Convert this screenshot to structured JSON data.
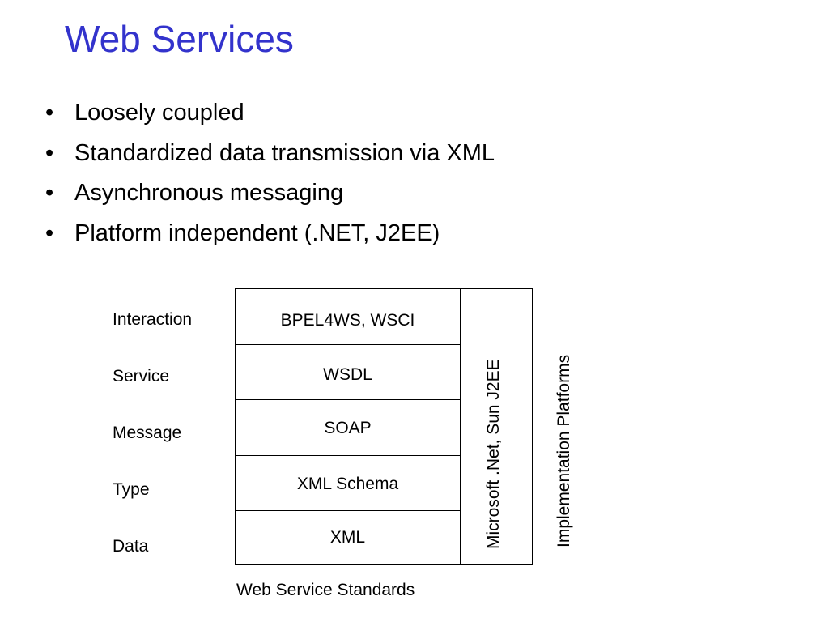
{
  "slide": {
    "title": "Web Services",
    "bullets": [
      "Loosely coupled",
      "Standardized data transmission via XML",
      "Asynchronous messaging",
      "Platform independent (.NET, J2EE)"
    ],
    "bullet_symbol": "•"
  },
  "diagram": {
    "layer_labels": [
      "Interaction",
      "Service",
      "Message",
      "Type",
      "Data"
    ],
    "standards": [
      "BPEL4WS, WSCI",
      "WSDL",
      "SOAP",
      "XML Schema",
      "XML"
    ],
    "platforms_box_text": "Microsoft .Net, Sun J2EE",
    "platforms_label": "Implementation Platforms",
    "caption": "Web Service Standards"
  },
  "colors": {
    "title": "#3333cc",
    "text": "#000000",
    "lines": "#000000",
    "background": "#ffffff"
  }
}
